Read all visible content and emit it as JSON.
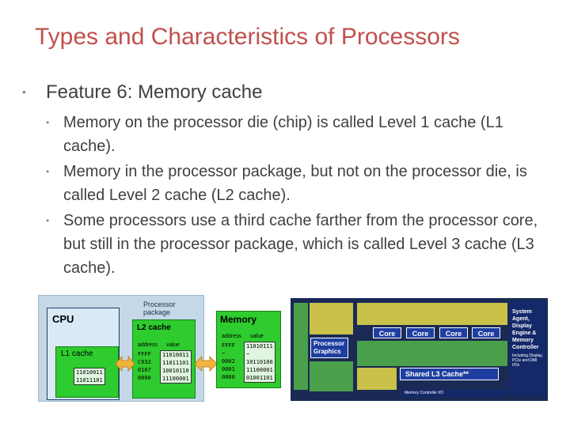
{
  "slide": {
    "title": "Types and Characteristics of Processors",
    "feature": "Feature 6: Memory cache",
    "bullets": [
      "Memory on the processor die (chip) is called Level 1 cache (L1 cache).",
      "Memory in the processor package, but not on the processor die, is called Level 2 cache (L2 cache).",
      "Some processors use a third cache farther from the processor core, but still in the processor package, which is called Level 3 cache (L3 cache)."
    ]
  },
  "diagram": {
    "package_label": "Processor package",
    "cpu_label": "CPU",
    "l1_label": "L1 cache",
    "l1_values": [
      "11010011",
      "11011101"
    ],
    "l2_label": "L2 cache",
    "l2_header_address": "address",
    "l2_header_value": "value",
    "l2_addresses": [
      "FFFF",
      "C032",
      "0167",
      "0000"
    ],
    "l2_values": [
      "11010011",
      "11011101",
      "10010110",
      "11100001"
    ],
    "memory_label": "Memory",
    "mem_header_address": "address",
    "mem_header_value": "value",
    "mem_addresses": [
      "FFFF",
      "~",
      "0002",
      "0001",
      "0000"
    ],
    "mem_values": [
      "11010111",
      "~",
      "10110100",
      "11100001",
      "01001101"
    ]
  },
  "die_photo": {
    "cores": [
      "Core",
      "Core",
      "Core",
      "Core"
    ],
    "processor_graphics": "Processor Graphics",
    "l3_label": "Shared L3 Cache**",
    "system_agent": "System Agent, Display Engine & Memory Controller",
    "system_agent_note": "Including Display, PCIe and DMI I/Os",
    "memory_controller": "Memory Controller I/O"
  }
}
